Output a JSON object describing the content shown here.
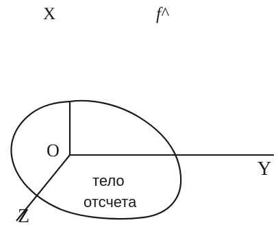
{
  "labels": {
    "top_x": "X",
    "top_f": "f^",
    "origin": "O",
    "axis_y": "Y",
    "axis_z": "Z",
    "body_line1": "тело",
    "body_line2": "отсчета"
  },
  "colors": {
    "ink": "#1a1a1a",
    "background": "#ffffff"
  }
}
